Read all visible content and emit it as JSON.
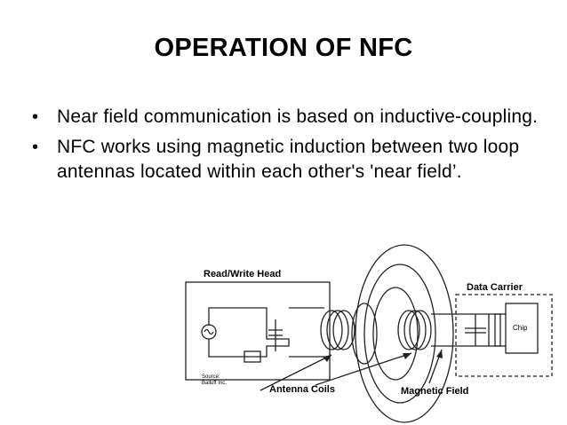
{
  "slide": {
    "title": "OPERATION OF NFC",
    "bullets": [
      {
        "text": "Near field communication is based on inductive-coupling."
      },
      {
        "text": "NFC works using magnetic induction between two loop antennas located within each other's 'near field’."
      }
    ],
    "bullet_symbol": "•"
  },
  "diagram": {
    "read_write_head": "Read/Write Head",
    "data_carrier": "Data Carrier",
    "chip": "Chip",
    "antenna_coils": "Antenna Coils",
    "magnetic_field": "Magnetic Field",
    "source_line1": "Source:",
    "source_line2": "Balluff Inc."
  }
}
